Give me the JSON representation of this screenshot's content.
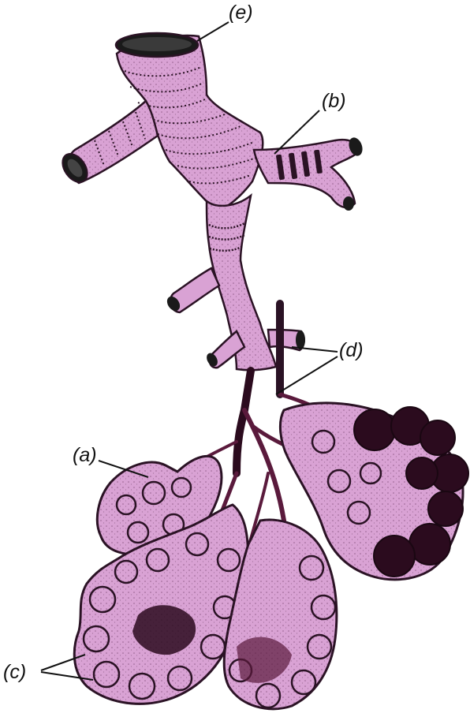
{
  "labels": {
    "e": "(e)",
    "b": "(b)",
    "d": "(d)",
    "a": "(a)",
    "c": "(c)"
  },
  "colors": {
    "tissue": "#d9a2d4",
    "outline": "#2a1224",
    "dark": "#2b0b1e",
    "vessel": "#5a1a3c",
    "lumen": "#1a1a1a",
    "background": "#ffffff"
  }
}
